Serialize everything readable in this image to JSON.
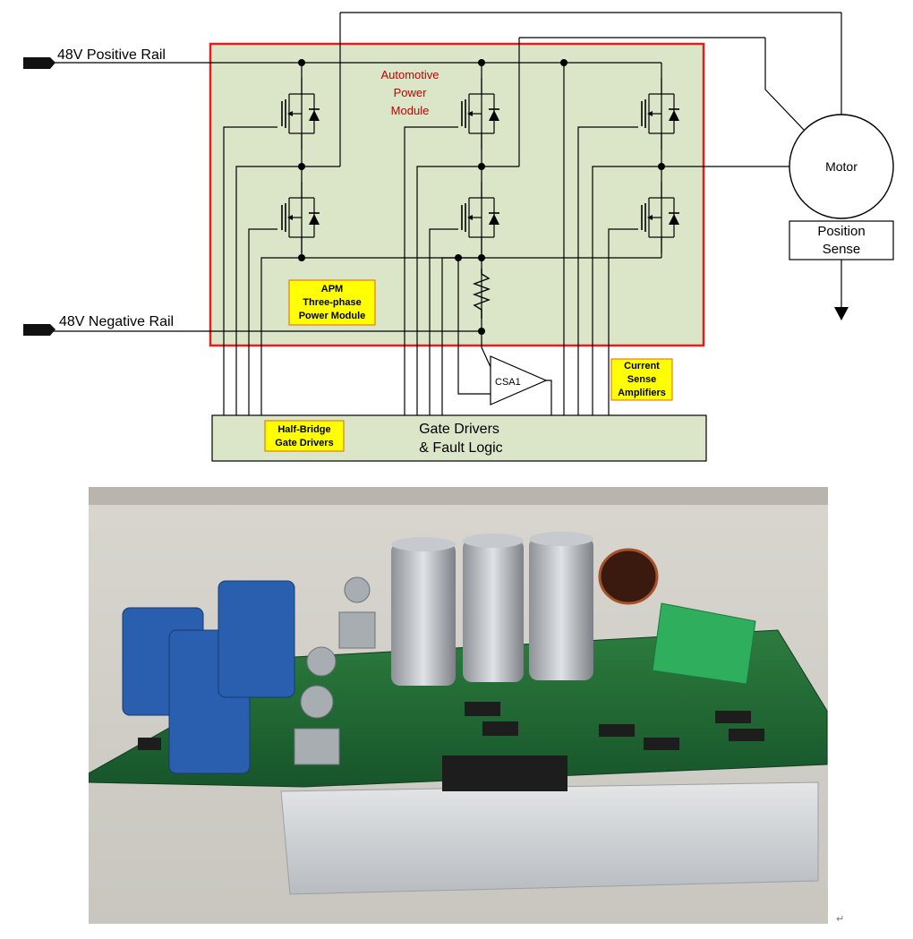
{
  "diagram": {
    "pos_rail_label": "48V Positive Rail",
    "neg_rail_label": "48V Negative Rail",
    "module_title": [
      "Automotive",
      "Power",
      "Module"
    ],
    "apm_label": [
      "APM",
      "Three-phase",
      "Power Module"
    ],
    "motor_label": "Motor",
    "position_sense_label": [
      "Position",
      "Sense"
    ],
    "csa_label": "CSA1",
    "current_sense_label": [
      "Current",
      "Sense",
      "Amplifiers"
    ],
    "half_bridge_label": [
      "Half-Bridge",
      "Gate Drivers"
    ],
    "gate_drivers_label": [
      "Gate Drivers",
      "& Fault Logic"
    ]
  },
  "photo": {
    "description": ""
  },
  "colors": {
    "module_fill": "#dbe6c9",
    "module_border": "#e02020",
    "label_fill": "#ffff00",
    "label_text": "#c00000"
  },
  "return_mark": "↵"
}
